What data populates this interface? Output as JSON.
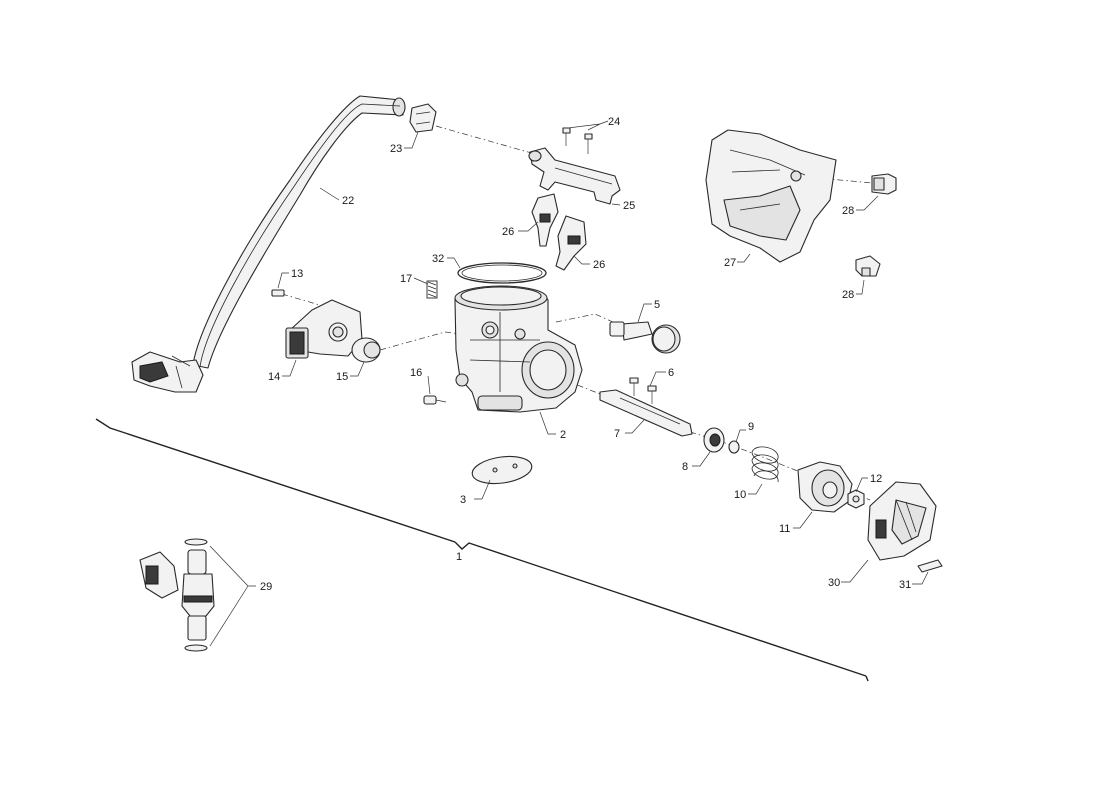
{
  "callouts": {
    "c1": "1",
    "c2": "2",
    "c3": "3",
    "c5": "5",
    "c6": "6",
    "c7": "7",
    "c8": "8",
    "c9": "9",
    "c10": "10",
    "c11": "11",
    "c12": "12",
    "c13": "13",
    "c14": "14",
    "c15": "15",
    "c16": "16",
    "c17": "17",
    "c22": "22",
    "c23": "23",
    "c24": "24",
    "c25": "25",
    "c26a": "26",
    "c26b": "26",
    "c27": "27",
    "c28a": "28",
    "c28b": "28",
    "c29": "29",
    "c30": "30",
    "c31": "31",
    "c32": "32"
  },
  "colors": {
    "line": "#2a2a2a",
    "fill": "#f2f2f2",
    "shade": "#e3e3e3",
    "background": "#ffffff"
  }
}
